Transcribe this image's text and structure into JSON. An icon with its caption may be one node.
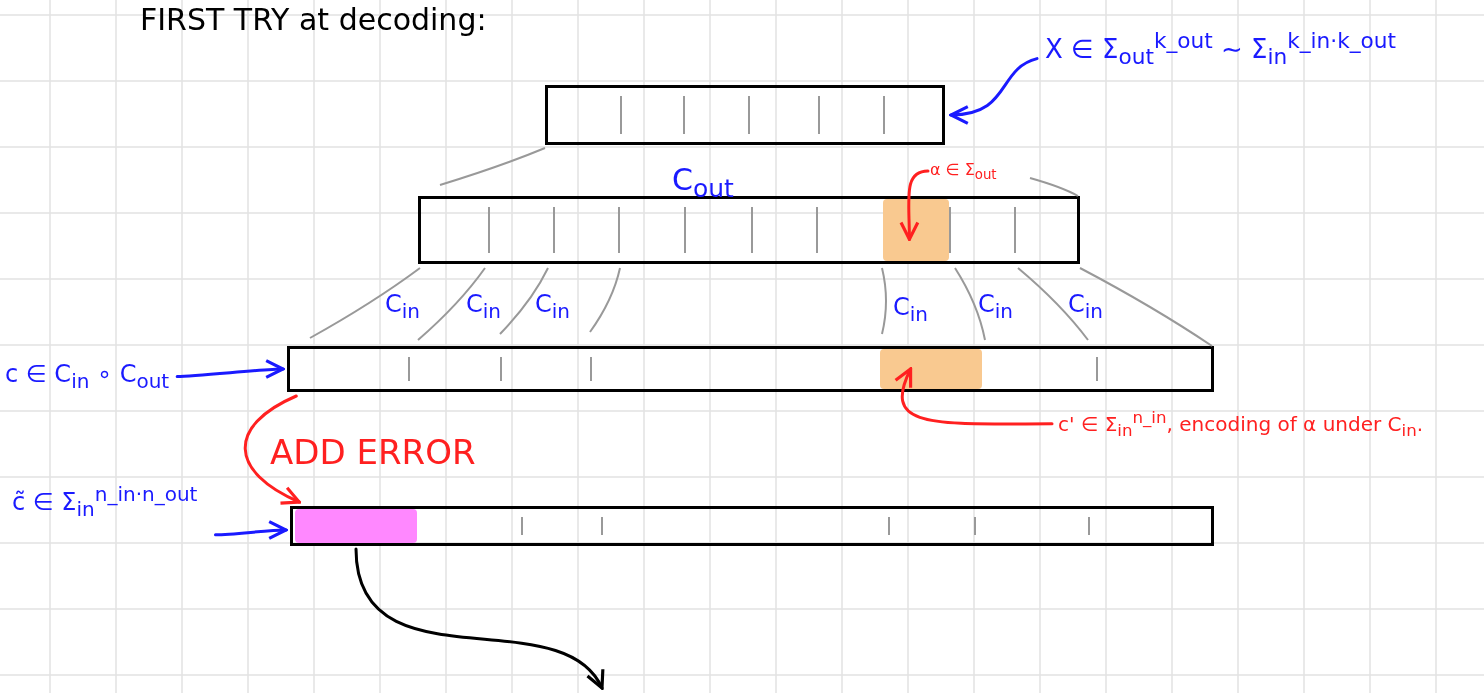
{
  "diagram": {
    "title": "FIRST TRY at decoding:",
    "nodes": [
      {
        "text": [],
        "shape": "bar"
      },
      {
        "text": [
          "X ∈ Σ$_{out}$$^{k_out}$ ∼ Σ$_{in}$$^{k_in·k_out}$"
        ]
      },
      {
        "text": [],
        "shape": "bar"
      },
      {
        "text": [],
        "shape": "box",
        "in": 2
      },
      {
        "text": [
          "α ∈ Σ$_{out}$"
        ]
      },
      {
        "text": [],
        "shape": "bar"
      },
      {
        "text": [],
        "shape": "box",
        "in": 5
      },
      {
        "text": [
          "c' ∈ Σ$_{in}$$^{n_in}$, encoding of α under C$_{in}$."
        ]
      },
      {
        "text": [
          "c ∈ C$_{in}$ ∘ C$_{out}$"
        ]
      },
      {
        "text": [],
        "shape": "bar"
      },
      {
        "text": [],
        "shape": "box",
        "in": 9
      },
      {
        "text": [
          "c̃ ∈ Σ$_{in}$$^{n_in·n_out}$"
        ]
      }
    ],
    "edges": [
      {
        "from": 1,
        "to": 0,
        "arrow": "to"
      },
      {
        "from": 4,
        "to": 3,
        "arrow": "to",
        "color": "#ff2020"
      },
      {
        "from": 7,
        "to": 6,
        "arrow": "to",
        "color": "#ff2020"
      },
      {
        "from": 8,
        "to": 5,
        "arrow": "to"
      },
      {
        "from": 11,
        "to": 9,
        "arrow": "to"
      },
      {
        "from": 5,
        "to": 9,
        "arrow": "to",
        "label": "ADD ERROR",
        "color": "#ff2020"
      },
      {
        "from": 10,
        "to": null,
        "arrow": "to",
        "color": "#000000"
      }
    ],
    "labels": [
      "C$_{out}$",
      "C$_{in}$",
      "C$_{in}$",
      "C$_{in}$",
      "C$_{in}$",
      "C$_{in}$",
      "C$_{in}$"
    ]
  }
}
